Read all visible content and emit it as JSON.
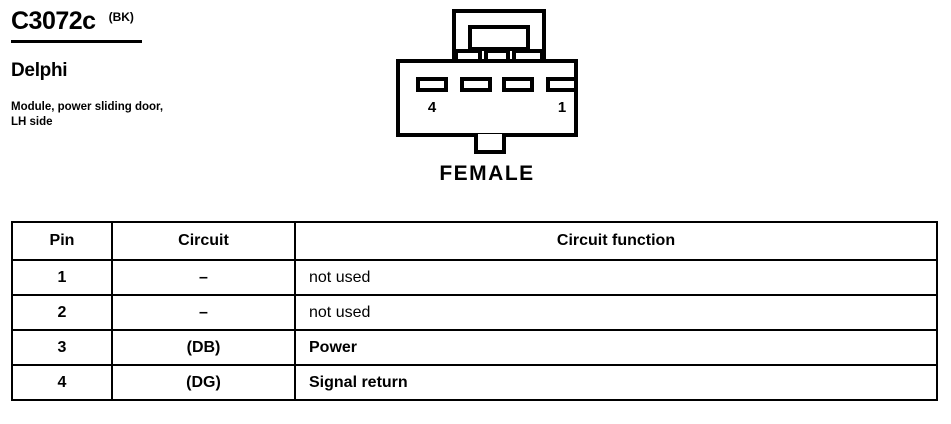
{
  "header": {
    "connector_id": "C3072c",
    "color_code": "(BK)",
    "manufacturer": "Delphi",
    "description": "Module, power sliding door, LH side"
  },
  "connector_diagram": {
    "gender_label": "FEMALE",
    "pin_count": 4,
    "left_pin_number": "4",
    "right_pin_number": "1",
    "icons": {
      "latch": "connector-latch-icon",
      "body": "connector-body-icon",
      "tab": "connector-keying-tab-icon"
    }
  },
  "pinout_table": {
    "columns": [
      "Pin",
      "Circuit",
      "Circuit function"
    ],
    "rows": [
      {
        "pin": "1",
        "circuit": "–",
        "function": "not used"
      },
      {
        "pin": "2",
        "circuit": "–",
        "function": "not used"
      },
      {
        "pin": "3",
        "circuit": "(DB)",
        "function": "Power"
      },
      {
        "pin": "4",
        "circuit": "(DG)",
        "function": "Signal return"
      }
    ]
  },
  "colors": {
    "ink": "#000000",
    "paper": "#ffffff"
  }
}
